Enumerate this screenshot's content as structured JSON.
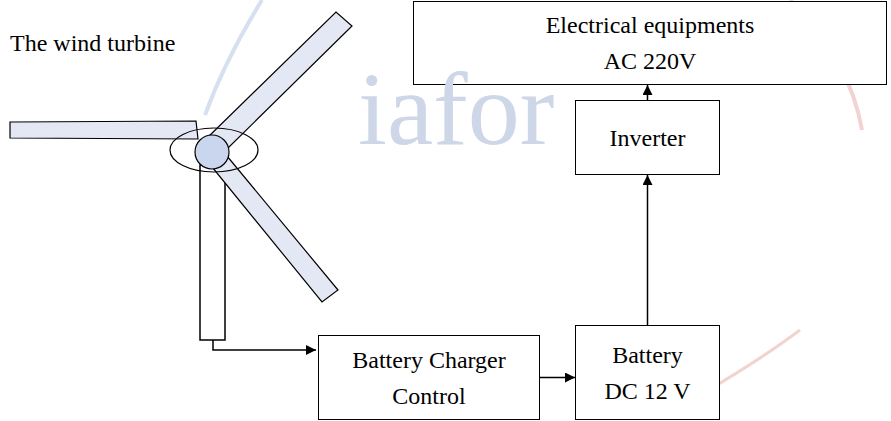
{
  "diagram": {
    "nodes": [
      {
        "text": [
          "Electrical equipments AC 220V"
        ]
      },
      {
        "text": [
          "Inverter"
        ]
      },
      {
        "text": [
          "Battery Charger Control"
        ]
      },
      {
        "text": [
          "Battery DC 12 V"
        ]
      }
    ],
    "edges": [
      {
        "from": 2,
        "to": 3,
        "arrow": "to"
      },
      {
        "from": 3,
        "to": 1,
        "arrow": "to"
      },
      {
        "from": 1,
        "to": 0,
        "arrow": "to"
      }
    ],
    "labels": [
      "The wind turbine",
      "iafor"
    ]
  }
}
